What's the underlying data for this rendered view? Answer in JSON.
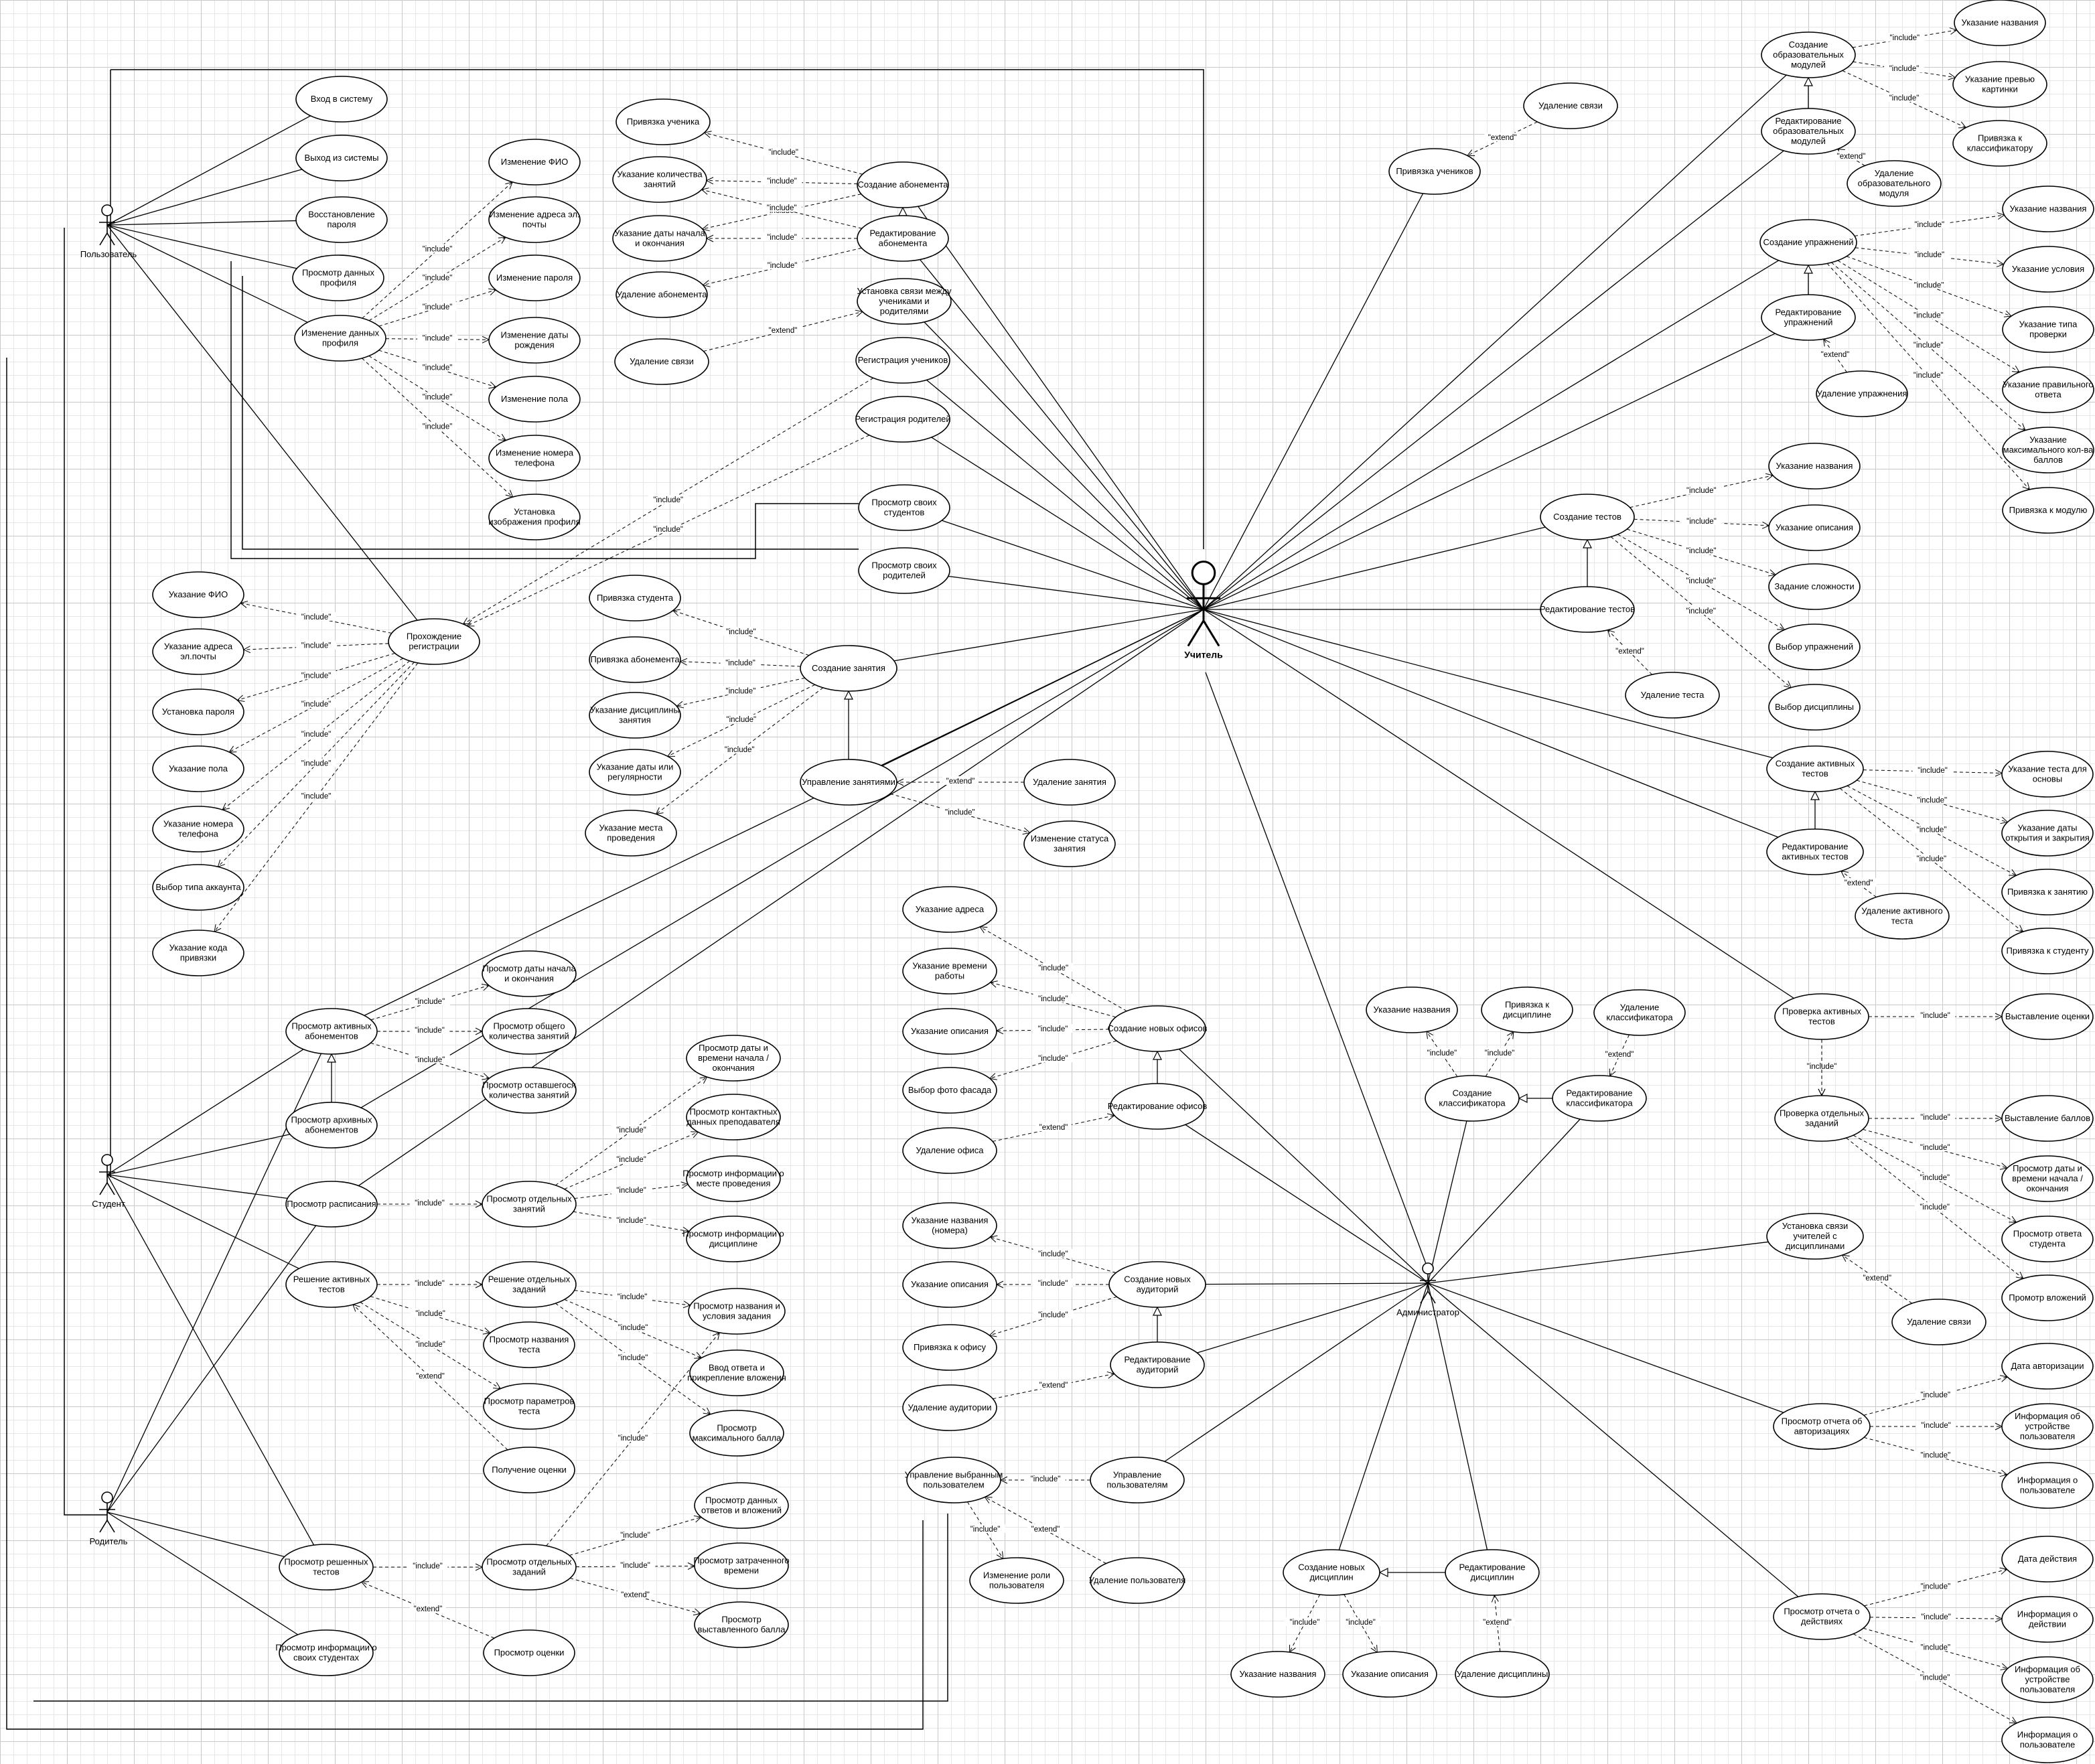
{
  "actors": {
    "user": "Пользователь",
    "teacher": "Учитель",
    "student": "Студент",
    "parent": "Родитель",
    "admin": "Администратор"
  },
  "labels": {
    "include": "\"include\"",
    "extend": "\"extend\""
  },
  "use_cases": {
    "u_login": "Вход в систему",
    "u_logout": "Выход из системы",
    "u_restore": "Восстановление пароля",
    "u_viewprof": "Просмотр данных профиля",
    "u_editprof": "Изменение данных профиля",
    "p_fio": "Изменение ФИО",
    "p_email": "Изменение адреса эл. почты",
    "p_pass": "Изменение пароля",
    "p_dob": "Изменение даты рождения",
    "p_sex": "Изменение пола",
    "p_phone": "Изменение номера телефона",
    "p_img": "Установка изображения профиля",
    "r_fio": "Указание ФИО",
    "r_email": "Указание адреса эл.почты",
    "r_pass": "Установка пароля",
    "r_sex": "Указание пола",
    "r_phone": "Указание номера телефона",
    "r_type": "Выбор типа аккаунта",
    "r_code": "Указание кода привязки",
    "reg": "Прохождение регистрации",
    "s_bind": "Привязка ученика",
    "s_count": "Указание количества занятий",
    "s_dates": "Указание даты начала и окончания",
    "s_del": "Удаление абонемента",
    "s_dellink": "Удаление связи",
    "s_create": "Создание абонемента",
    "s_edit": "Редактирование абонемента",
    "s_link": "Установка связи между учениками и родителями",
    "reg_stud": "Регистрация учеников",
    "reg_par": "Регистрация родителей",
    "view_stud": "Просмотр своих студентов",
    "view_par": "Просмотр своих родителей",
    "l_bind": "Привязка студента",
    "l_sub": "Привязка абонемента",
    "l_disc": "Указание дисциплины занятия",
    "l_date": "Указание даты или регулярности",
    "l_place": "Указание места проведения",
    "l_create": "Создание занятия",
    "l_manage": "Управление занятиями",
    "l_delete": "Удаление занятия",
    "l_status": "Изменение статуса занятия",
    "a_active": "Просмотр активных абонементов",
    "a_archive": "Просмотр архивных абонементов",
    "a_dates": "Просмотр даты начала и окончания",
    "a_total": "Просмотр общего количества занятий",
    "a_left": "Просмотр оставшегося количества занятий",
    "sch_view": "Просмотр расписания",
    "sch_one": "Просмотр отдельных занятий",
    "sch_date": "Просмотр даты и времени начала / окончания",
    "sch_contact": "Просмотр контактных данных преподавателя",
    "sch_place": "Просмотр информации о месте проведения",
    "sch_disc": "Просмотр информации о дисциплине",
    "t_solve": "Решение активных тестов",
    "t_tasks": "Решение отдельных заданий",
    "t_name": "Просмотр названия теста",
    "t_params": "Просмотр параметров теста",
    "t_grade": "Получение оценки",
    "t_cond": "Просмотр названия и условия задания",
    "t_answer": "Ввод ответа и прикрепление вложения",
    "t_max": "Просмотр максимального балла",
    "sol_view": "Просмотр решенных тестов",
    "sol_tasks": "Просмотр отдельных заданий",
    "sol_grade": "Просмотр оценки",
    "sol_data": "Просмотр данных ответов и вложений",
    "sol_time": "Просмотр затраченного времени",
    "sol_score": "Просмотр выставленного балла",
    "info_stud": "Просмотр информации о своих студентах",
    "o_addr": "Указание адреса",
    "o_hours": "Указание времени работы",
    "o_desc": "Указание описания",
    "o_photo": "Выбор фото фасада",
    "o_del": "Удаление офиса",
    "o_create": "Создание новых офисов",
    "o_edit": "Редактирование офисов",
    "au_name": "Указание названия (номера)",
    "au_desc": "Указание описания",
    "au_office": "Привязка к офису",
    "au_del": "Удаление аудитории",
    "au_create": "Создание новых аудиторий",
    "au_edit": "Редактирование аудиторий",
    "um_selected": "Управление выбранным пользователем",
    "um_users": "Управление пользователям",
    "um_role": "Изменение роли пользователя",
    "um_del": "Удаление пользователя",
    "d_create": "Создание новых дисциплин",
    "d_edit": "Редактирование дисциплин",
    "d_name": "Указание названия",
    "d_desc": "Указание описания",
    "d_del": "Удаление дисциплины",
    "c_name": "Указание названия",
    "c_disc": "Привязка к дисциплине",
    "c_del": "Удаление классификатора",
    "c_create": "Создание классификатора",
    "c_edit": "Редактирование классификатора",
    "ln_dellink": "Удаление связи",
    "ln_bind": "Привязка учеников",
    "m_create": "Создание образовательных модулей",
    "m_edit": "Редактирование образовательных модулей",
    "m_name": "Указание названия",
    "m_preview": "Указание превью картинки",
    "m_class": "Привязка к классификатору",
    "m_del": "Удаление образовательного модуля",
    "e_create": "Создание упражнений",
    "e_edit": "Редактирование упражнений",
    "e_del": "Удаление упражнения",
    "e_name": "Указание названия",
    "e_cond": "Указание условия",
    "e_type": "Указание типа проверки",
    "e_right": "Указание правильного ответа",
    "e_max": "Указание максимального кол-ва баллов",
    "e_mod": "Привязка к модулю",
    "ts_create": "Создание тестов",
    "ts_edit": "Редактирование тестов",
    "ts_del": "Удаление теста",
    "ts_name": "Указание названия",
    "ts_desc": "Указание описания",
    "ts_diff": "Задание сложности",
    "ts_ex": "Выбор упражнений",
    "ts_disc": "Выбор дисциплины",
    "at_create": "Создание активных тестов",
    "at_edit": "Редактирование активных тестов",
    "at_del": "Удаление активного теста",
    "at_base": "Указание теста для основы",
    "at_dates": "Указание даты открытия и закрытия",
    "at_lesson": "Привязка к занятию",
    "at_student": "Привязка к студенту",
    "ch_active": "Проверка активных тестов",
    "ch_grade": "Выставление оценки",
    "ch_tasks": "Проверка отдельных заданий",
    "ch_score": "Выставление баллов",
    "ch_dates": "Просмотр даты и времени начала / окончания",
    "ch_answer": "Просмотр ответа студента",
    "ch_att": "Промотр вложений",
    "tl_link": "Установка связи учителей с дисциплинами",
    "tl_del": "Удаление связи",
    "ra_view": "Просмотр отчета об авторизациях",
    "ra_date": "Дата авторизации",
    "ra_device": "Информация об устройстве пользователя",
    "ra_user": "Информация о пользователе",
    "rd_view": "Просмотр отчета о действиях",
    "rd_date": "Дата действия",
    "rd_info": "Информация о действии",
    "rd_device": "Информация об устройстве пользователя",
    "rd_user": "Информация о пользователе"
  }
}
